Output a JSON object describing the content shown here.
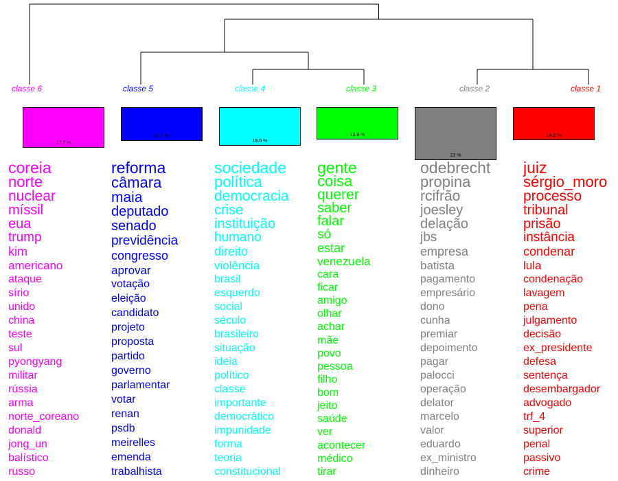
{
  "chart_data": {
    "type": "dendrogram",
    "merges": [
      {
        "children": [
          "classe 3",
          "classe 4"
        ]
      },
      {
        "children": [
          "classe 5",
          "classe 3 + classe 4"
        ]
      },
      {
        "children": [
          "classe 2",
          "classe 1"
        ]
      },
      {
        "children": [
          "classe 5 + classe 4 + classe 3",
          "classe 2 + classe 1"
        ]
      },
      {
        "children": [
          "classe 6",
          "classe 5 + classe 4 + classe 3 + classe 2 + classe 1"
        ]
      }
    ],
    "classes": [
      {
        "label": "classe  6",
        "color": "#ff00ff",
        "percent": 17.7,
        "percent_label": "17.7 %",
        "words": [
          "coreia",
          "norte",
          "nuclear",
          "míssil",
          "eua",
          "trump",
          "kim",
          "americano",
          "ataque",
          "sírio",
          "unido",
          "china",
          "teste",
          "sul",
          "pyongyang",
          "militar",
          "rússia",
          "arma",
          "norte_coreano",
          "donald",
          "jong_un",
          "balístico",
          "russo"
        ]
      },
      {
        "label": "classe  5",
        "color": "#0000ff",
        "percent": 14.6,
        "percent_label": "14.6 %",
        "words": [
          "reforma",
          "câmara",
          "maia",
          "deputado",
          "senado",
          "previdência",
          "congresso",
          "aprovar",
          "votação",
          "eleição",
          "candidato",
          "projeto",
          "proposta",
          "partido",
          "governo",
          "parlamentar",
          "votar",
          "renan",
          "psdb",
          "meirelles",
          "emenda",
          "trabalhista"
        ]
      },
      {
        "label": "classe  4",
        "color": "#00ffff",
        "percent": 16.6,
        "percent_label": "16.6 %",
        "words": [
          "sociedade",
          "política",
          "democracia",
          "crise",
          "instituição",
          "humano",
          "direito",
          "violência",
          "brasil",
          "esquerdo",
          "social",
          "século",
          "brasileiro",
          "situação",
          "ideia",
          "político",
          "classe",
          "importante",
          "democrático",
          "impunidade",
          "forma",
          "teoria",
          "constitucional"
        ]
      },
      {
        "label": "classe  3",
        "color": "#00ff00",
        "percent": 13.9,
        "percent_label": "13.9 %",
        "words": [
          "gente",
          "coisa",
          "querer",
          "saber",
          "falar",
          "só",
          "estar",
          "venezuela",
          "cara",
          "ficar",
          "amigo",
          "olhar",
          "achar",
          "mãe",
          "povo",
          "pessoa",
          "filho",
          "bom",
          "jeito",
          "saúde",
          "ver",
          "acontecer",
          "médico",
          "tirar"
        ]
      },
      {
        "label": "classe  2",
        "color": "#808080",
        "percent": 23,
        "percent_label": "23 %",
        "words": [
          "odebrecht",
          "propina",
          "rcifrão",
          "joesley",
          "delação",
          "jbs",
          "empresa",
          "batista",
          "pagamento",
          "empresário",
          "dono",
          "cunha",
          "premiar",
          "depoimento",
          "pagar",
          "palocci",
          "operação",
          "delator",
          "marcelo",
          "valor",
          "eduardo",
          "ex_ministro",
          "dinheiro"
        ]
      },
      {
        "label": "classe  1",
        "color": "#ff0000",
        "percent": 14.2,
        "percent_label": "14.2 %",
        "words": [
          "juiz",
          "sérgio_moro",
          "processo",
          "tribunal",
          "prisão",
          "instância",
          "condenar",
          "lula",
          "condenação",
          "lavagem",
          "pena",
          "julgamento",
          "decisão",
          "ex_presidente",
          "defesa",
          "sentença",
          "desembargador",
          "advogado",
          "trf_4",
          "superior",
          "penal",
          "passivo",
          "crime"
        ]
      }
    ]
  }
}
